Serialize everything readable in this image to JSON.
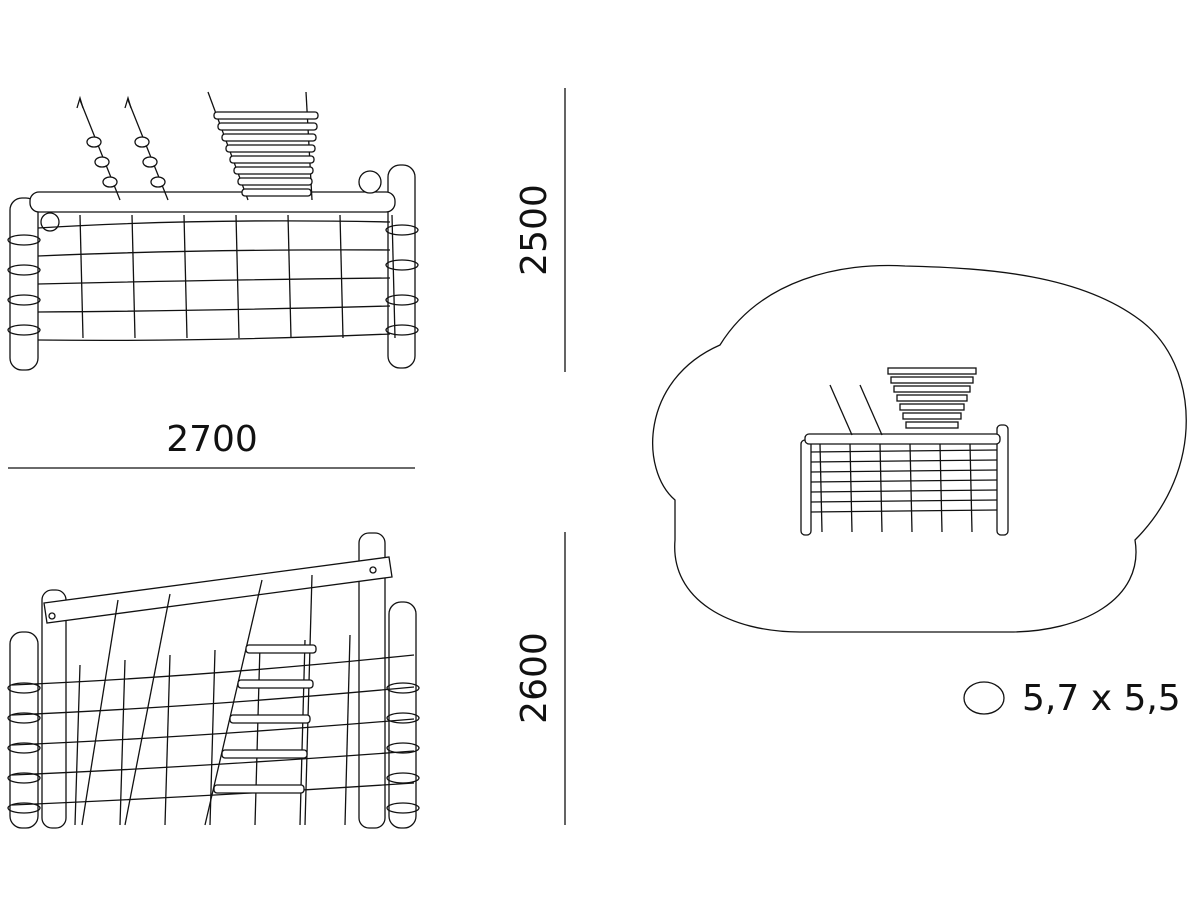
{
  "dimensions": {
    "width": "2700",
    "height_front": "2500",
    "height_side": "2600"
  },
  "area_legend": {
    "label": "5,7 x 5,5"
  },
  "colors": {
    "line": "#111111",
    "background": "#ffffff"
  }
}
